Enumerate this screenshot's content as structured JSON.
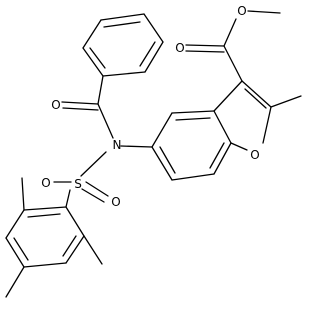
{
  "structure": {
    "atom_labels": {
      "carbonyl_oxygen": "O",
      "amide_nitrogen": "N",
      "sulfur": "S",
      "sulfonyl_oxygen_left": "O",
      "sulfonyl_oxygen_right": "O",
      "furan_oxygen": "O",
      "ester_carbonyl_oxygen": "O",
      "ester_oxygen": "O"
    }
  }
}
